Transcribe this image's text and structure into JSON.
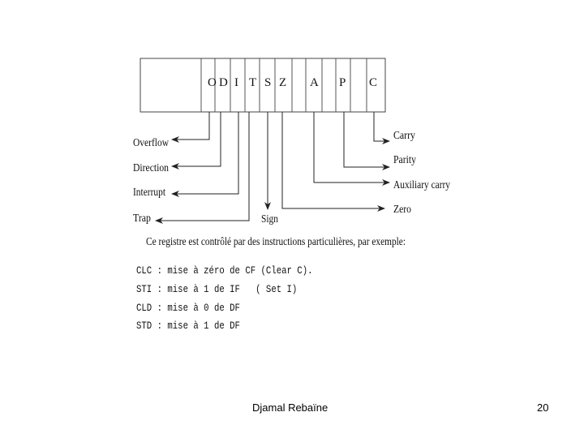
{
  "register": {
    "flags": [
      "O",
      "D",
      "I",
      "T",
      "S",
      "Z",
      "A",
      "P",
      "C"
    ]
  },
  "labels": {
    "overflow": "Overflow",
    "direction": "Direction",
    "interrupt": "Interrupt",
    "trap": "Trap",
    "sign": "Sign",
    "carry": "Carry",
    "parity": "Parity",
    "auxiliary_carry": "Auxiliary carry",
    "zero": "Zero"
  },
  "caption": "Ce registre est contrôlé par des instructions particulières, par exemple:",
  "instructions": [
    "CLC : mise à zéro de CF (Clear C).",
    "STI : mise à 1 de IF   ( Set I)",
    "CLD : mise à 0 de DF",
    "STD : mise à 1 de DF"
  ],
  "footer": {
    "author": "Djamal Rebaïne",
    "page_number": "20"
  }
}
